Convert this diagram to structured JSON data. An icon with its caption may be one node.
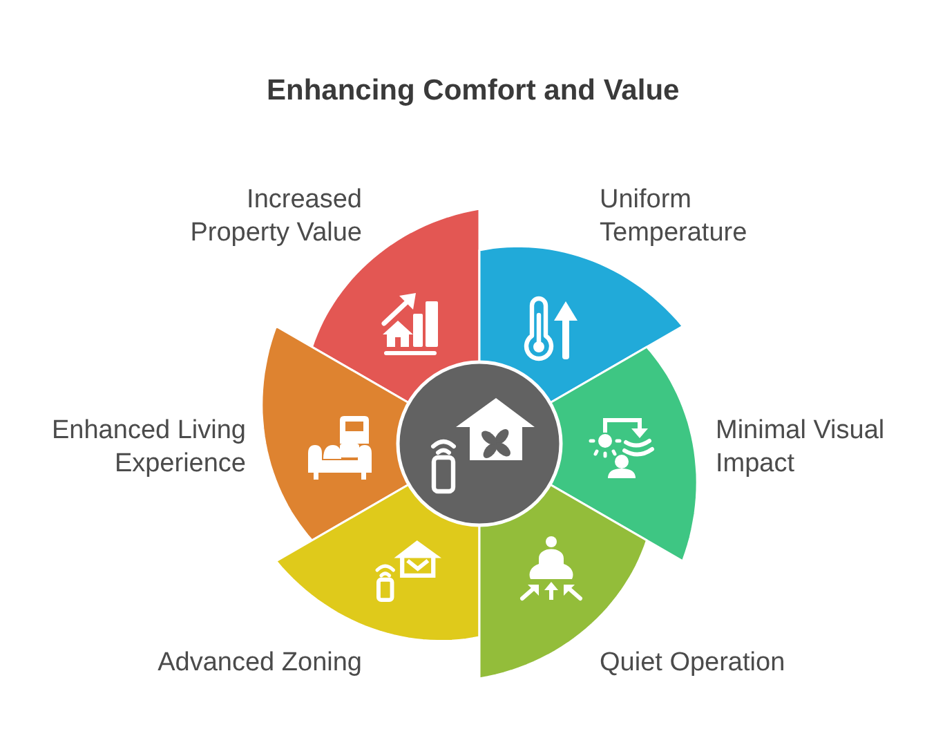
{
  "diagram": {
    "title": "Enhancing Comfort and Value",
    "nodes": [
      {
        "text": [],
        "shape": "circle"
      },
      {
        "text": [
          "Increased Property Value"
        ]
      },
      {
        "text": [
          "Uniform Temperature"
        ]
      },
      {
        "text": [
          "Enhanced Living Experience"
        ]
      },
      {
        "text": [
          "Minimal Visual Impact"
        ]
      },
      {
        "text": [
          "Advanced Zoning"
        ]
      },
      {
        "text": [
          "Quiet Operation"
        ]
      }
    ]
  }
}
